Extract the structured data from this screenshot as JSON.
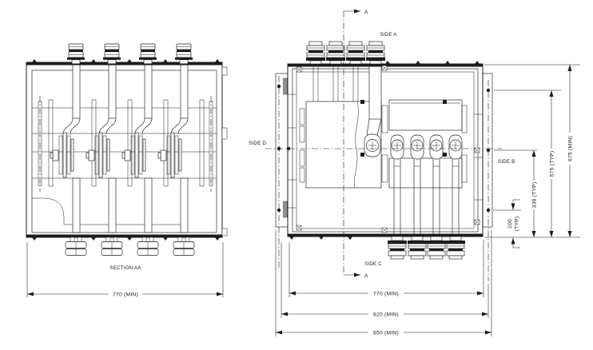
{
  "drawing": {
    "type": "engineering-drawing-two-views",
    "section_view": {
      "caption": "SECTION AA",
      "dim_width": "770 (MIN)"
    },
    "plan_view": {
      "label_side_a": "SIDE A",
      "label_side_b": "SIDE B",
      "label_side_c": "SIDE C",
      "label_side_d": "SIDE D",
      "cut_arrow_top": "A",
      "cut_arrow_bottom": "A",
      "dim_width_inner": "770 (MIN)",
      "dim_width_mid": "820 (MIN)",
      "dim_width_outer": "850 (MIN)",
      "dim_height_100": "100",
      "dim_height_100_suffix": "(TYP)",
      "dim_height_338": "338 (TYP)",
      "dim_height_575": "575 (TYP)",
      "dim_height_675": "675 (MIN)"
    },
    "colors": {
      "ink": "#1c1c1c",
      "background": "#ffffff"
    }
  }
}
